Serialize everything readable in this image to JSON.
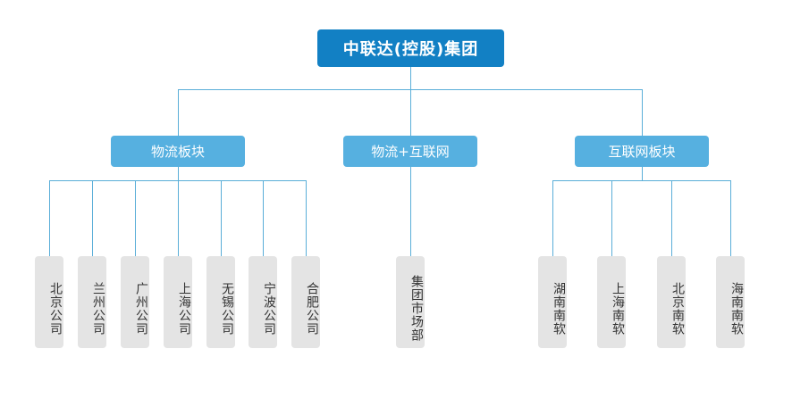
{
  "root": {
    "label": "中联达(控股)集团"
  },
  "divisions": [
    {
      "label": "物流板块",
      "children": [
        "北京公司",
        "兰州公司",
        "广州公司",
        "上海公司",
        "无锡公司",
        "宁波公司",
        "合肥公司"
      ]
    },
    {
      "label": "物流+互联网",
      "children": [
        "集团市场部"
      ]
    },
    {
      "label": "互联网板块",
      "children": [
        "湖南南软",
        "上海南软",
        "北京南软",
        "海南南软"
      ]
    }
  ],
  "colors": {
    "root": "#1280c4",
    "division": "#56b0e0",
    "leaf": "#e4e4e4",
    "connector": "#5aaed8"
  }
}
